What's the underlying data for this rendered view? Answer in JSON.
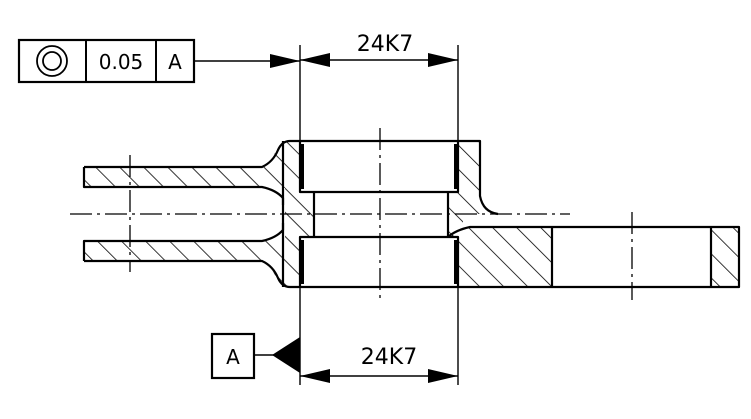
{
  "feature_control_frame": {
    "symbol": "concentricity-symbol",
    "tolerance": "0.05",
    "datum": "A"
  },
  "dimensions": {
    "top": "24K7",
    "bottom": "24K7"
  },
  "datum_label": "A"
}
